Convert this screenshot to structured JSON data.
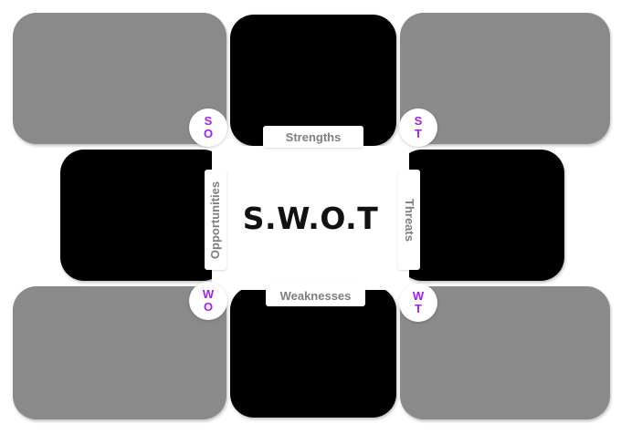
{
  "center": {
    "title": "S.W.O.T"
  },
  "tabs": {
    "strengths": "Strengths",
    "weaknesses": "Weaknesses",
    "opportunities": "Opportunities",
    "threats": "Threats"
  },
  "corners": {
    "so": {
      "top": "S",
      "bottom": "O"
    },
    "st": {
      "top": "S",
      "bottom": "T"
    },
    "wo": {
      "top": "W",
      "bottom": "O"
    },
    "wt": {
      "top": "W",
      "bottom": "T"
    }
  },
  "colors": {
    "quadrant_gray": "#8a8a8a",
    "quadrant_black": "#000000",
    "tab_text": "#7f7f7f",
    "corner_text": "#a020f0"
  }
}
